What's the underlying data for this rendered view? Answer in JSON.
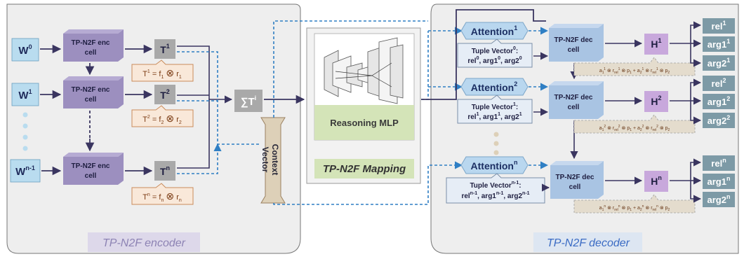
{
  "encoder": {
    "title": "TP-N2F encoder",
    "inputs": [
      {
        "base": "W",
        "sup": "0"
      },
      {
        "base": "W",
        "sup": "1"
      },
      {
        "base": "W",
        "sup": "n-1"
      }
    ],
    "cell_label_line1": "TP-N2F enc",
    "cell_label_line2": "cell",
    "tprs": [
      {
        "base": "T",
        "sup": "1"
      },
      {
        "base": "T",
        "sup": "2"
      },
      {
        "base": "T",
        "sup": "n"
      }
    ],
    "formulas": [
      {
        "lhs": "T",
        "lhs_sup": "1",
        "f": "f",
        "f_sub": "1",
        "r": "r",
        "r_sub": "1"
      },
      {
        "lhs": "T",
        "lhs_sup": "2",
        "f": "f",
        "f_sub": "2",
        "r": "r",
        "r_sub": "2"
      },
      {
        "lhs": "T",
        "lhs_sup": "n",
        "f": "f",
        "f_sub": "n",
        "r": "r",
        "r_sub": "n"
      }
    ],
    "op_equals": "=",
    "op_tensor": "⊗"
  },
  "sum": {
    "symbol": "∑T",
    "sup": "i"
  },
  "context": {
    "line1": "Context",
    "line2": "Vector"
  },
  "mapping": {
    "title": "TP-N2F Mapping",
    "mlp_label": "Reasoning MLP"
  },
  "decoder": {
    "title": "TP-N2F decoder",
    "attention_label": "Attention",
    "attention_sups": [
      "1",
      "2",
      "n"
    ],
    "cell_label_line1": "TP-N2F dec",
    "cell_label_line2": "cell",
    "tuple_vectors": [
      {
        "title": "Tuple Vector",
        "title_sup": "0",
        "rel": "rel",
        "arg1": "arg1",
        "arg2": "arg2",
        "sup": "0"
      },
      {
        "title": "Tuple Vector",
        "title_sup": "1",
        "rel": "rel",
        "arg1": "arg1",
        "arg2": "arg2",
        "sup": "1"
      },
      {
        "title": "Tuple Vector",
        "title_sup": "n-1",
        "rel": "rel",
        "arg1": "arg1",
        "arg2": "arg2",
        "sup": "n-1"
      }
    ],
    "hidden": [
      {
        "base": "H",
        "sup": "1"
      },
      {
        "base": "H",
        "sup": "2"
      },
      {
        "base": "H",
        "sup": "n"
      }
    ],
    "unbind_sups": [
      "1",
      "2",
      "n"
    ],
    "outputs": [
      {
        "rel": "rel",
        "arg1": "arg1",
        "arg2": "arg2",
        "sup": "1"
      },
      {
        "rel": "rel",
        "arg1": "arg1",
        "arg2": "arg2",
        "sup": "2"
      },
      {
        "rel": "rel",
        "arg1": "arg1",
        "arg2": "arg2",
        "sup": "n"
      }
    ]
  },
  "colors": {
    "panel": "#eeeeee",
    "input_box": "#b9dcef",
    "cell": "#9c8fbf",
    "tpr": "#a9a9a9",
    "formula_bg": "#f9e8d9",
    "formula_border": "#c98b5a",
    "formula_text": "#7a3a12",
    "attention": "#b9d7ef",
    "attention_text": "#1c2f63",
    "dec_cell": "#a9c4e3",
    "hidden_box": "#c8a8dc",
    "out_box": "#7d9aa6",
    "mapping_green": "#d4e4b8",
    "dash_blue": "#2f7fc4",
    "arrow": "#3a3560",
    "decoder_title": "#3a6bc4"
  }
}
